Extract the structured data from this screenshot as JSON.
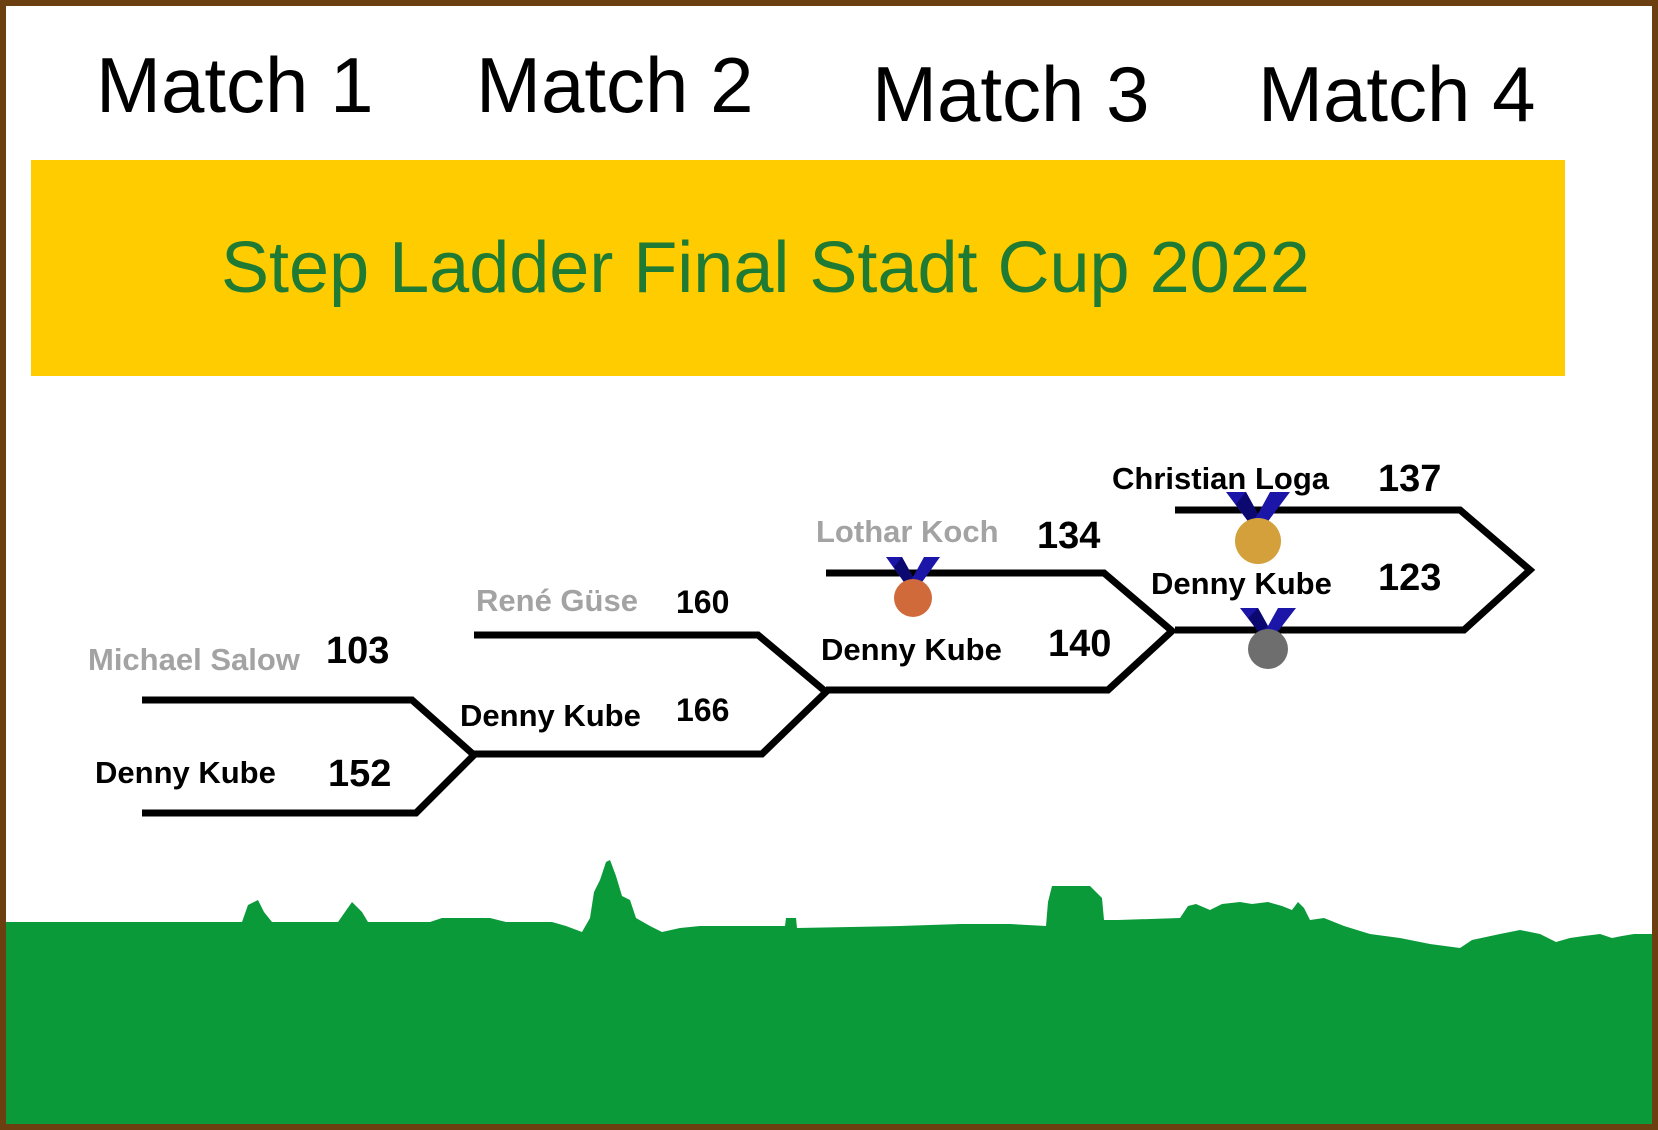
{
  "title": "Step Ladder Final Stadt Cup 2022",
  "match_headers": [
    "Match 1",
    "Match 2",
    "Match 3",
    "Match 4"
  ],
  "matches": [
    {
      "top": {
        "name": "Michael Salow",
        "score": "103"
      },
      "bottom": {
        "name": "Denny Kube",
        "score": "152"
      }
    },
    {
      "top": {
        "name": "René Güse",
        "score": "160"
      },
      "bottom": {
        "name": "Denny Kube",
        "score": "166"
      }
    },
    {
      "top": {
        "name": "Lothar Koch",
        "score": "134"
      },
      "bottom": {
        "name": "Denny Kube",
        "score": "140"
      }
    },
    {
      "top": {
        "name": "Christian Loga",
        "score": "137"
      },
      "bottom": {
        "name": "Denny Kube",
        "score": "123"
      }
    }
  ],
  "medals": {
    "gold": {
      "icon": "gold-medal-icon",
      "color": "#d4a03c"
    },
    "silver": {
      "icon": "silver-medal-icon",
      "color": "#6e6e6e"
    },
    "bronze": {
      "icon": "bronze-medal-icon",
      "color": "#d06a3a"
    }
  },
  "colors": {
    "banner": "#ffcc00",
    "title": "#1f7a33",
    "skyline": "#0a9a3a",
    "frame": "#6b3f10",
    "loser_name": "#a3a3a3"
  }
}
